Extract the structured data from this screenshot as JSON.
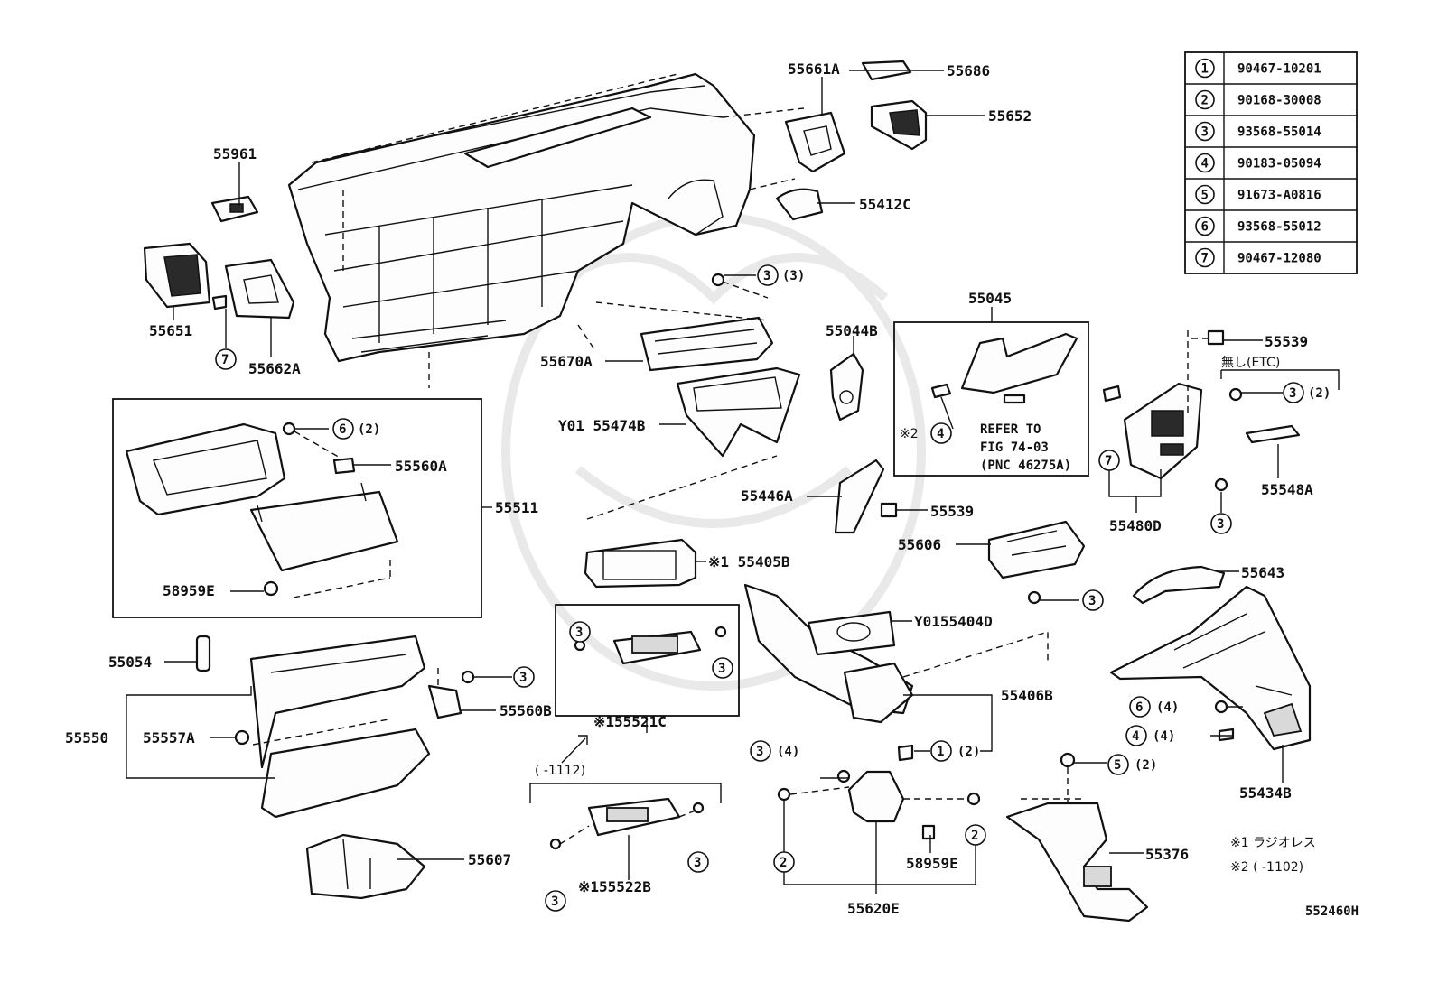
{
  "diagram_id": "552460H",
  "ref_table": [
    {
      "num": "1",
      "part": "90467-10201"
    },
    {
      "num": "2",
      "part": "90168-30008"
    },
    {
      "num": "3",
      "part": "93568-55014"
    },
    {
      "num": "4",
      "part": "90183-05094"
    },
    {
      "num": "5",
      "part": "91673-A0816"
    },
    {
      "num": "6",
      "part": "93568-55012"
    },
    {
      "num": "7",
      "part": "90467-12080"
    }
  ],
  "labels": {
    "p55661A": "55661A",
    "p55686": "55686",
    "p55652": "55652",
    "p55961": "55961",
    "p55412C": "55412C",
    "p55651": "55651",
    "p55662A": "55662A",
    "p55670A": "55670A",
    "p55474B": "Y01 55474B",
    "p55044B": "55044B",
    "p55045": "55045",
    "refer1": "REFER TO",
    "refer2": "FIG 74-03",
    "refer3": "(PNC 46275A)",
    "mark2": "※2",
    "p55539a": "55539",
    "etc": "無し(ETC)",
    "p55548A": "55548A",
    "p55480D": "55480D",
    "p55560A": "55560A",
    "p55511": "55511",
    "p58959Ea": "58959E",
    "p55446A": "55446A",
    "p55539b": "55539",
    "p55606": "55606",
    "p55405B": "※1 55405B",
    "p55643": "55643",
    "p55404D": "Y0155404D",
    "p55054": "55054",
    "p55560B": "55560B",
    "p55521C": "※155521C",
    "p55406B": "55406B",
    "p55550": "55550",
    "p55557A": "55557A",
    "p55434B": "55434B",
    "range1": "(     -1112)",
    "p55607": "55607",
    "p55522B": "※155522B",
    "p58959Eb": "58959E",
    "p55620E": "55620E",
    "p55376": "55376",
    "note1": "※1  ラジオレス",
    "note2": "※2 (      -1102)",
    "q3": "(3)",
    "q2a": "(2)",
    "q2b": "(2)",
    "q4a": "(4)",
    "q4b": "(4)",
    "q4c": "(4)",
    "q2c": "(2)",
    "q2d": "(2)"
  }
}
